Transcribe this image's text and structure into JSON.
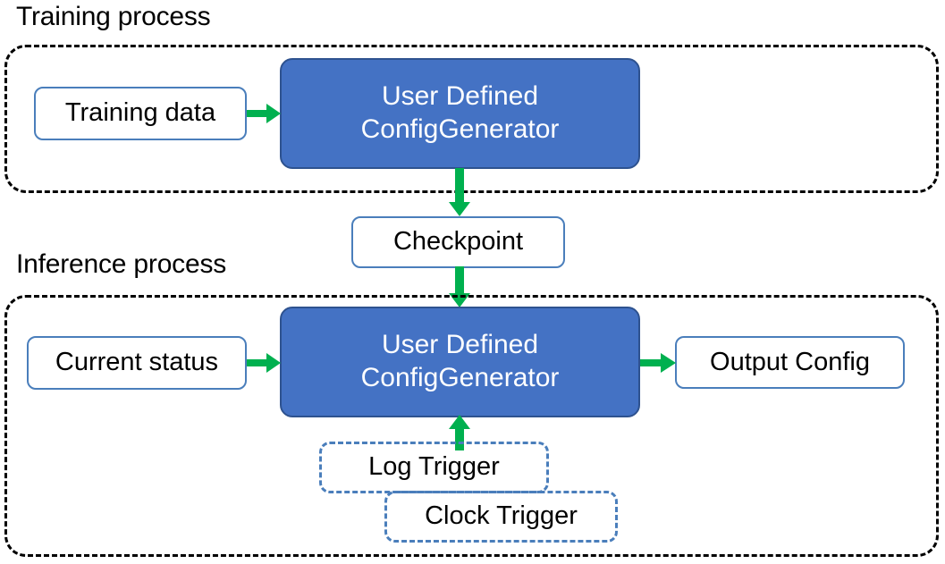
{
  "diagram": {
    "title_visible": false,
    "colors": {
      "primary_node_fill": "#4472C4",
      "primary_node_border": "#2E528F",
      "plain_node_border": "#4A7EBB",
      "trigger_node_border": "#4A7EBB",
      "arrow": "#00B04F",
      "container_border": "#000000",
      "background": "#FFFFFF",
      "text_dark": "#000000",
      "text_light": "#FFFFFF"
    }
  },
  "sections": [
    {
      "id": "training",
      "label": "Training process"
    },
    {
      "id": "inference",
      "label": "Inference process"
    }
  ],
  "nodes": {
    "training_data": {
      "label": "Training data",
      "type": "plain"
    },
    "train_generator": {
      "line1": "User Defined",
      "line2": "ConfigGenerator",
      "type": "primary"
    },
    "checkpoint": {
      "label": "Checkpoint",
      "type": "plain"
    },
    "current_status": {
      "label": "Current status",
      "type": "plain"
    },
    "infer_generator": {
      "line1": "User Defined",
      "line2": "ConfigGenerator",
      "type": "primary"
    },
    "output_config": {
      "label": "Output Config",
      "type": "plain"
    },
    "log_trigger": {
      "label": "Log Trigger",
      "type": "trigger"
    },
    "clock_trigger": {
      "label": "Clock Trigger",
      "type": "trigger"
    }
  },
  "edges": [
    {
      "id": "training-data-to-generator",
      "from": "training_data",
      "to": "train_generator",
      "direction": "right"
    },
    {
      "id": "generator-to-checkpoint",
      "from": "train_generator",
      "to": "checkpoint",
      "direction": "down"
    },
    {
      "id": "checkpoint-to-generator",
      "from": "checkpoint",
      "to": "infer_generator",
      "direction": "down"
    },
    {
      "id": "current-status-to-generator",
      "from": "current_status",
      "to": "infer_generator",
      "direction": "right"
    },
    {
      "id": "generator-to-output",
      "from": "infer_generator",
      "to": "output_config",
      "direction": "right"
    },
    {
      "id": "triggers-to-generator",
      "from": "log_trigger",
      "to": "infer_generator",
      "direction": "up"
    }
  ]
}
